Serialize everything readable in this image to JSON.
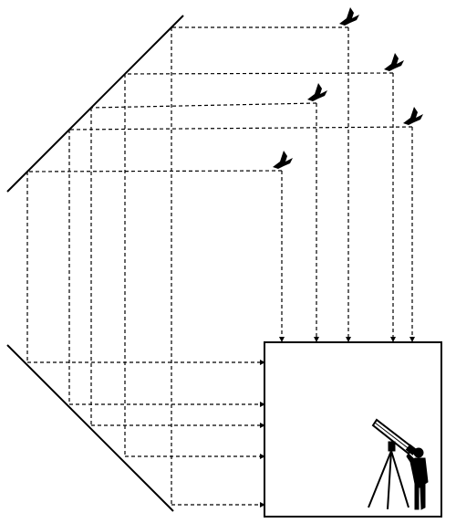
{
  "diagram": {
    "subject": "periscope-light-path",
    "bird_count": 5,
    "ray_count": 5,
    "colors": {
      "ink": "#000000",
      "background": "#ffffff"
    },
    "icons": [
      "bird-icon",
      "telescope-icon",
      "observer-icon"
    ]
  }
}
